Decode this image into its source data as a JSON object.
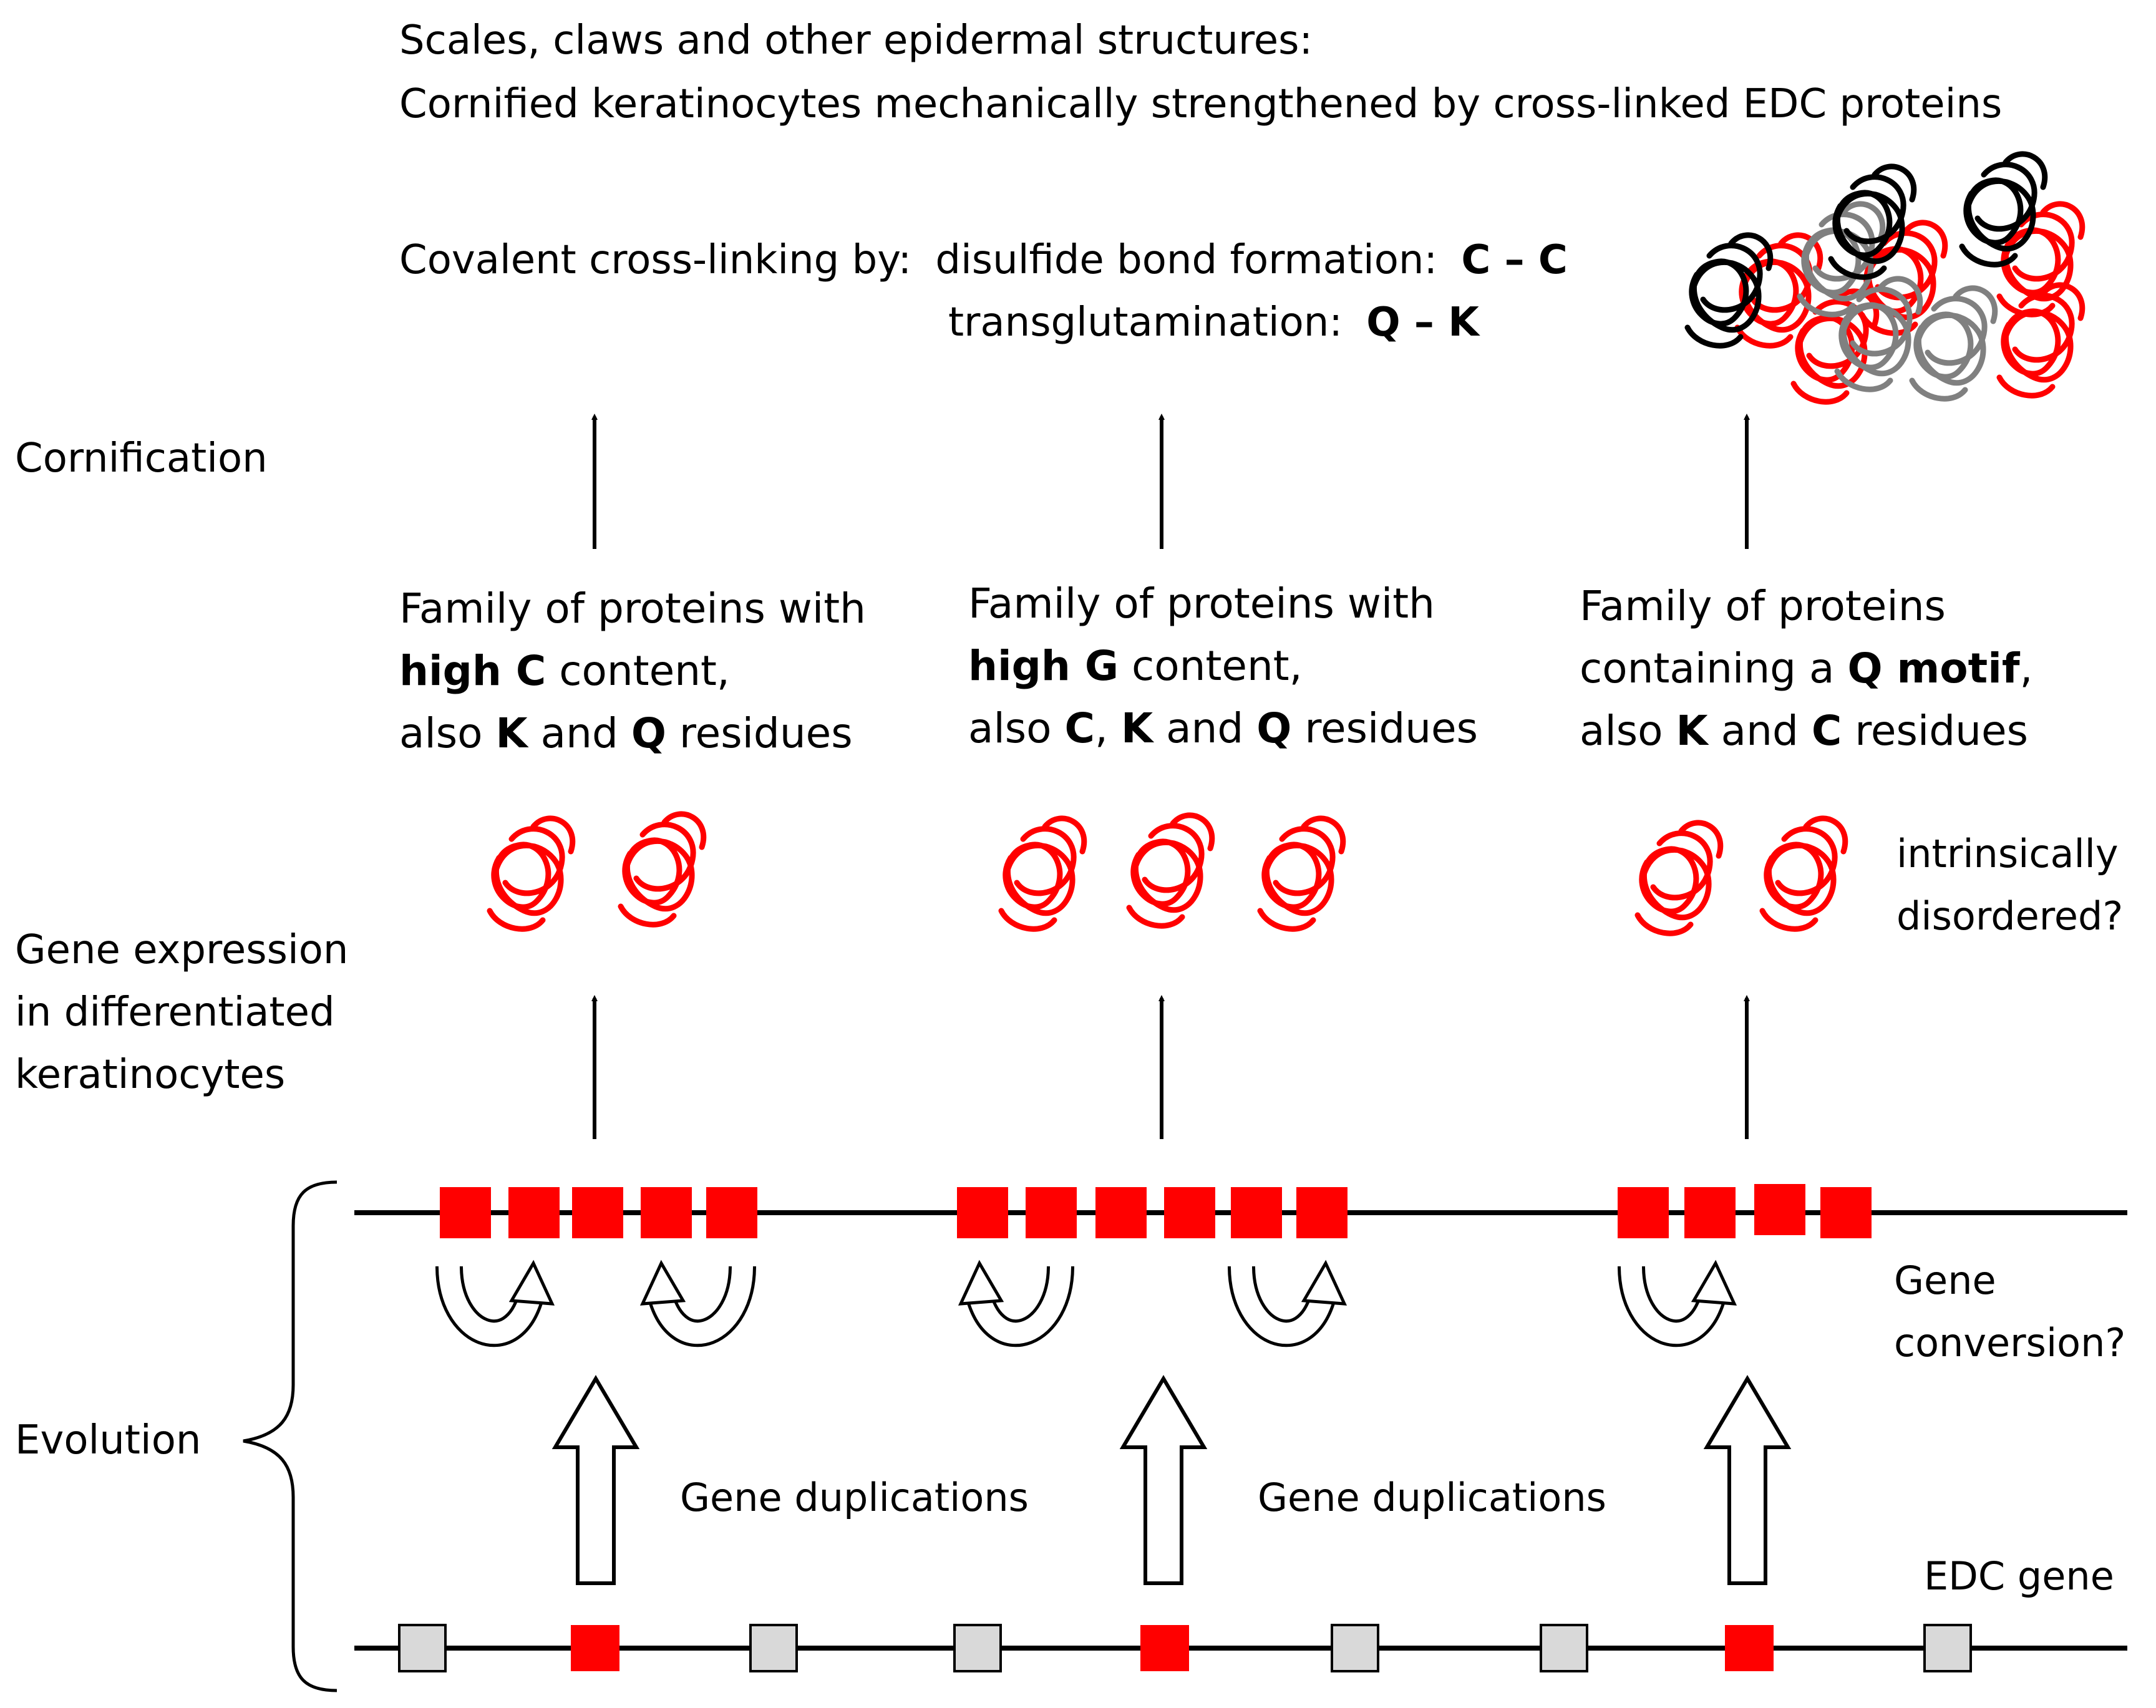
{
  "header": {
    "line1": "Scales, claws and other epidermal structures:",
    "line2": "Cornified keratinocytes mechanically strengthened by cross-linked EDC proteins"
  },
  "crosslinking": {
    "prefix": "Covalent cross-linking by:",
    "disulfide_label": "disulfide bond formation:",
    "disulfide_bond": "C – C",
    "transglut_label": "transglutamination:",
    "transglut_bond": "Q – K"
  },
  "stages": {
    "cornification": "Cornification",
    "expression": [
      "Gene expression",
      "in differentiated",
      "keratinocytes"
    ],
    "evolution": "Evolution"
  },
  "families": [
    {
      "line1": "Family of proteins with",
      "line2_bold": "high C",
      "line2_rest": " content,",
      "line3_pre": "also ",
      "line3_b1": "K",
      "line3_mid": " and ",
      "line3_b2": "Q",
      "line3_post": " residues"
    },
    {
      "line1": "Family of proteins with",
      "line2_bold": "high G",
      "line2_rest": " content,",
      "line3_pre": "also ",
      "line3_b1": "C",
      "line3_sep": ", ",
      "line3_b2": "K",
      "line3_mid": " and ",
      "line3_b3": "Q",
      "line3_post": " residues"
    },
    {
      "line1": "Family of proteins",
      "line2_pre": "containing a ",
      "line2_bold": "Q motif",
      "line2_post": ",",
      "line3_pre": "also ",
      "line3_b1": "K",
      "line3_mid": " and ",
      "line3_b2": "C",
      "line3_post": " residues"
    }
  ],
  "annotations": {
    "disordered": [
      "intrinsically",
      "disordered?"
    ],
    "conversion": [
      "Gene",
      "conversion?"
    ],
    "duplications": "Gene duplications",
    "edc_gene": "EDC gene"
  },
  "colors": {
    "red": "#ff0000",
    "gray_gene": "#d9d9d9",
    "gray_protein": "#808080",
    "black": "#000000"
  }
}
